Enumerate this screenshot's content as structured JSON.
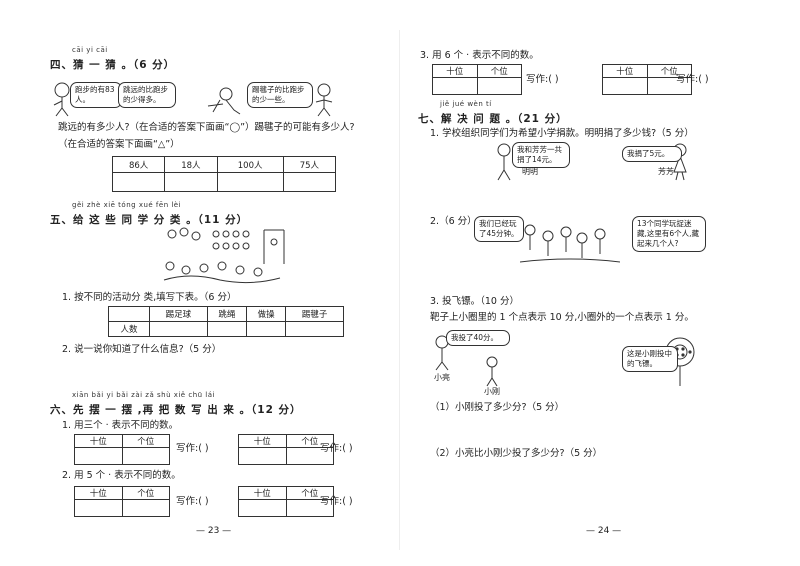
{
  "left": {
    "s4": {
      "pinyin": "cāi  yi  cāi",
      "title": "四、猜 一 猜 。（6 分）",
      "bubble1": "跑步的有83人。",
      "bubble2": "跳远的比跑步的少得多。",
      "bubble3": "踢毽子的比跑步的少一些。",
      "q1": "跳远的有多少人?（在合适的答案下面画“◯”）踢毽子的可能有多少人?",
      "q2": "（在合适的答案下面画“△”）",
      "table": [
        "86人",
        "18人",
        "100人",
        "75人"
      ]
    },
    "s5": {
      "pinyin": "gěi zhè xiē tóng xué fēn lèi",
      "title": "五、给 这 些 同  学 分 类 。（11 分）",
      "q1": "1. 按不同的活动分  类,填写下表。（6 分）",
      "headers": [
        "踢足球",
        "跳绳",
        "做操",
        "踢毽子"
      ],
      "row_label": "人数",
      "q2": "2. 说一说你知道了什么信息?（5 分）"
    },
    "s6": {
      "pinyin": "xiān bǎi yi  bǎi    zài zǎ shù xiě chū lái",
      "title": "六、先 摆 一 摆 ,再 把 数 写 出 来 。（12 分）",
      "q1": "1. 用三个 · 表示不同的数。",
      "q2": "2. 用 5 个 · 表示不同的数。",
      "shi": "十位",
      "ge": "个位",
      "write": "写作:(        )"
    },
    "page_no": "— 23 —"
  },
  "right": {
    "q3": "3. 用 6 个 · 表示不同的数。",
    "shi": "十位",
    "ge": "个位",
    "write": "写作:(        )",
    "s7": {
      "pinyin": "jiě  jué  wèn  tí",
      "title": "七、解 决 问 题 。（21 分）",
      "q1": "1. 学校组织同学们为希望小学捐款。明明捐了多少钱?（5 分）",
      "b1": "我和芳芳一共捐了14元。",
      "b2": "我捐了5元。",
      "n1": "明明",
      "n2": "芳芳",
      "q2": "2.（6 分）",
      "b3": "我们已经玩了45分钟。",
      "b4": "13个同学玩捉迷藏,这里有6个人,藏起来几个人?",
      "q3": "3. 投飞镖。（10 分）",
      "q3desc": "靶子上小圈里的 1 个点表示 10 分,小圈外的一个点表示 1 分。",
      "b5": "我投了40分。",
      "b6": "这是小刚投中的飞镖。",
      "n3": "小亮",
      "n4": "小刚",
      "q3a": "（1）小刚投了多少分?（5 分）",
      "q3b": "（2）小亮比小刚少投了多少分?（5 分）"
    },
    "page_no": "— 24 —"
  }
}
